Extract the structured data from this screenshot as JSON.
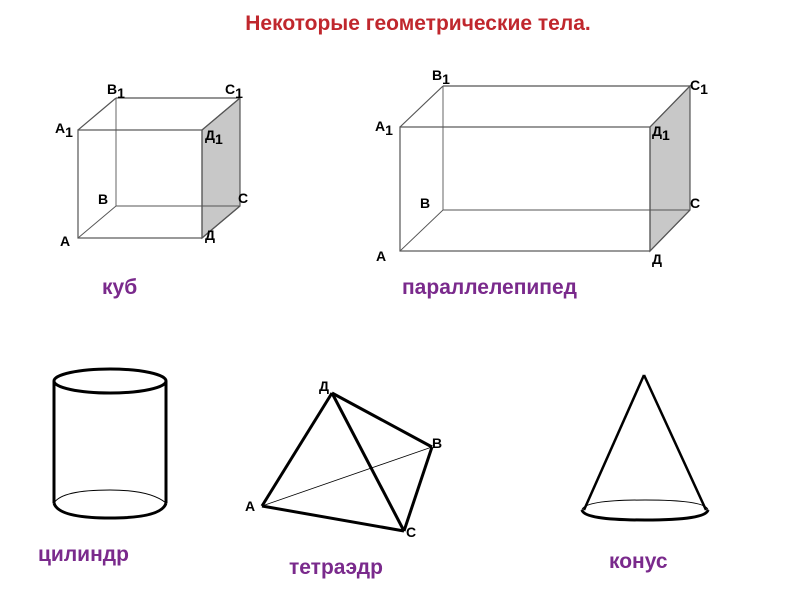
{
  "title": "Некоторые геометрические тела.",
  "cube": {
    "caption": "куб",
    "vertices": {
      "A": "А",
      "B": "В",
      "C": "С",
      "D": "Д",
      "A1": "А",
      "B1": "В",
      "C1": "С",
      "D1": "Д"
    },
    "subscript": "1"
  },
  "parallelepiped": {
    "caption": "параллелепипед",
    "vertices": {
      "A": "А",
      "B": "В",
      "C": "С",
      "D": "Д",
      "A1": "А",
      "B1": "В",
      "C1": "С",
      "D1": "Д"
    },
    "subscript": "1"
  },
  "cylinder": {
    "caption": "цилиндр"
  },
  "tetrahedron": {
    "caption": "тетраэдр",
    "vertices": {
      "A": "А",
      "B": "В",
      "C": "С",
      "D": "Д"
    }
  },
  "cone": {
    "caption": "конус"
  },
  "colors": {
    "title": "#c0272d",
    "caption": "#7a2a8c",
    "shaded_face": "#c8c8c8"
  }
}
